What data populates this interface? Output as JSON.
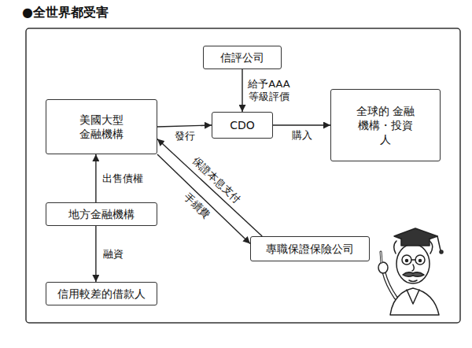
{
  "diagram": {
    "title": "●全世界都受害",
    "nodes": [
      {
        "text": [
          "信評公司"
        ]
      },
      {
        "text": [
          "美國大型 金融機構"
        ]
      },
      {
        "text": [
          "CDO"
        ]
      },
      {
        "text": [
          "全球的 金融機構・投資人"
        ]
      },
      {
        "text": [
          "地方金融機構"
        ]
      },
      {
        "text": [
          "專職保證保險公司"
        ]
      },
      {
        "text": [
          "信用較差的借款人"
        ]
      }
    ],
    "edges": [
      {
        "from": 0,
        "to": 2,
        "label": "給予AAA 等級評價",
        "arrow": "to"
      },
      {
        "from": 1,
        "to": 2,
        "label": "發行",
        "arrow": "to"
      },
      {
        "from": 2,
        "to": 3,
        "label": "購入",
        "arrow": "to"
      },
      {
        "from": 4,
        "to": 1,
        "label": "出售債權",
        "arrow": "to"
      },
      {
        "from": 4,
        "to": 6,
        "label": "融資",
        "arrow": "to"
      },
      {
        "from": 5,
        "to": 1,
        "label": "保證本息支付",
        "arrow": "to"
      },
      {
        "from": 1,
        "to": 5,
        "label": "手續費",
        "arrow": "to"
      }
    ]
  }
}
